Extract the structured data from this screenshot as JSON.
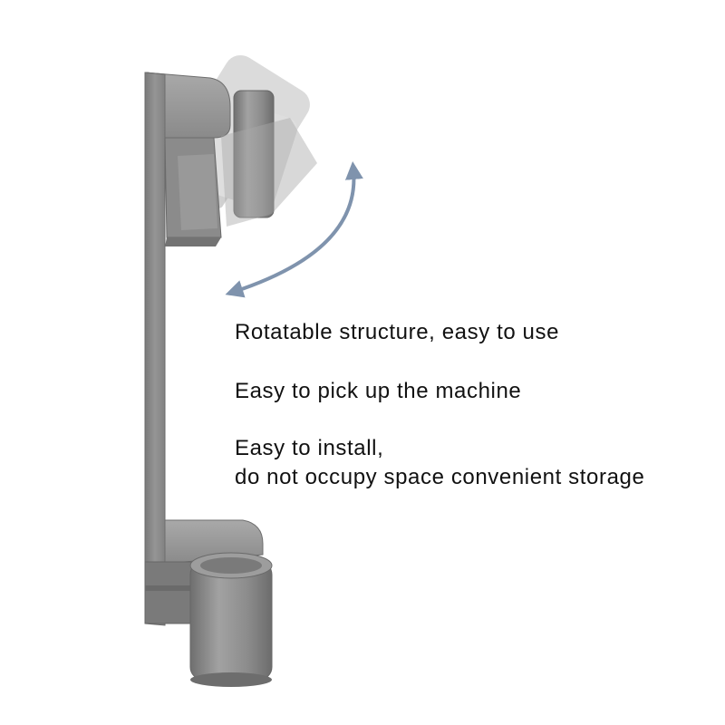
{
  "image": {
    "subject": "wall-mount-holder",
    "colors": {
      "background": "#ffffff",
      "metal_main": "#8a8a8a",
      "metal_dark": "#6a6a6a",
      "metal_light": "#b0b0b0",
      "arrow": "#7f93ad"
    }
  },
  "features": {
    "rotatable": "Rotatable structure, easy to use",
    "pickup": "Easy to pick up the machine",
    "install_line1": "Easy to install,",
    "install_line2": "do not occupy space convenient storage"
  }
}
